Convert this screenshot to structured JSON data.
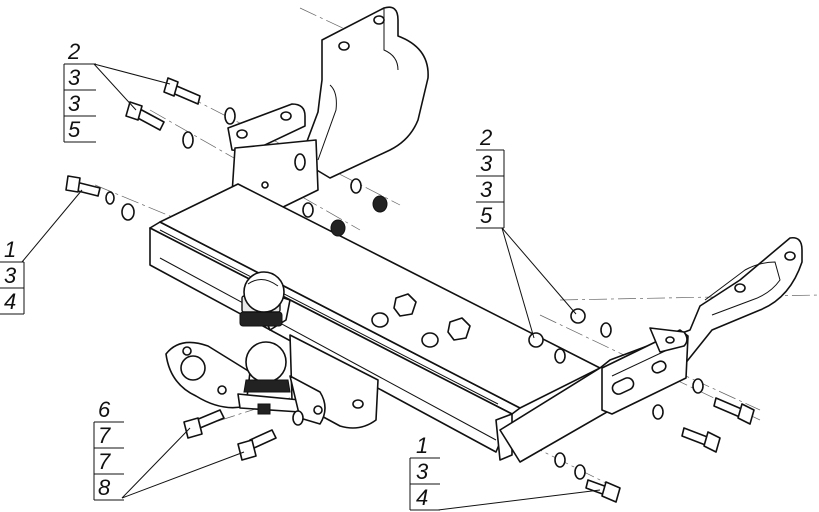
{
  "callouts": [
    {
      "id": "callout-top-left",
      "numbers": [
        "2",
        "3",
        "3",
        "5"
      ]
    },
    {
      "id": "callout-left",
      "numbers": [
        "1",
        "3",
        "4"
      ]
    },
    {
      "id": "callout-right",
      "numbers": [
        "2",
        "3",
        "3",
        "5"
      ]
    },
    {
      "id": "callout-bottom-left",
      "numbers": [
        "6",
        "7",
        "7",
        "8"
      ]
    },
    {
      "id": "callout-bottom-right",
      "numbers": [
        "1",
        "3",
        "4"
      ]
    }
  ]
}
